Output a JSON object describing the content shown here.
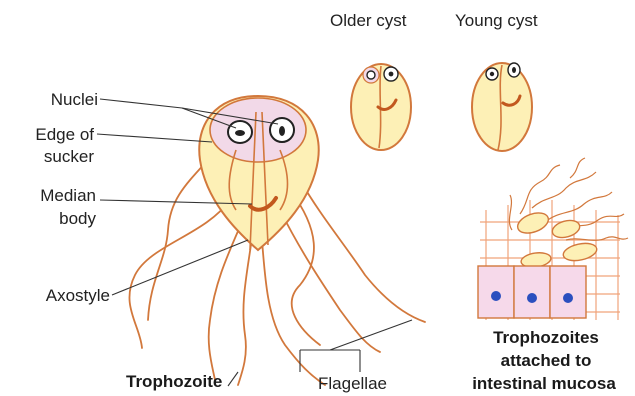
{
  "labels": {
    "nuclei": "Nuclei",
    "edge_line1": "Edge of",
    "edge_line2": "sucker",
    "median_line1": "Median",
    "median_line2": "body",
    "axostyle": "Axostyle",
    "trophozoite": "Trophozoite",
    "flagellae": "Flagellae",
    "older_cyst": "Older cyst",
    "young_cyst": "Young cyst",
    "attached_line1": "Trophozoites",
    "attached_line2": "attached to",
    "attached_line3": "intestinal mucosa"
  },
  "colors": {
    "body_fill": "#fdf0b6",
    "outline": "#d2783c",
    "sucker_fill": "#f2d9e8",
    "cell_fill": "#f6d9ea",
    "cell_nucleus": "#2b4fbf",
    "mucosa_grid": "#f0a37a",
    "pointer_line": "#333333"
  }
}
